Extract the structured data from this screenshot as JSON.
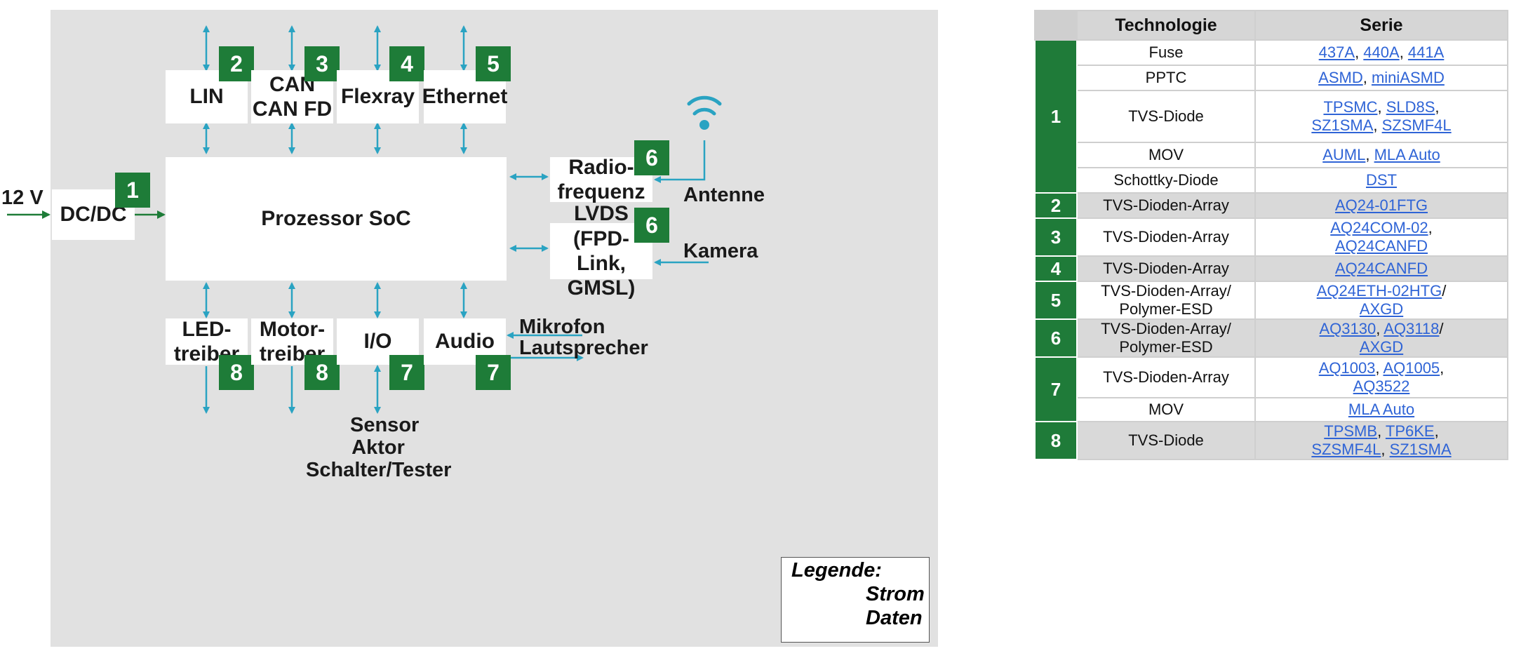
{
  "diagram": {
    "input_label": "12 V",
    "boxes": {
      "dcdc": "DC/DC",
      "lin": "LIN",
      "can": "CAN\nCAN FD",
      "flexray": "Flexray",
      "ethernet": "Ethernet",
      "soc": "Prozessor SoC",
      "radio": "Radio-\nfrequenz",
      "lvds": "LVDS\n(FPD-Link,\nGMSL)",
      "led": "LED-\ntreiber",
      "motor": "Motor-\ntreiber",
      "io": "I/O",
      "audio": "Audio"
    },
    "badges": {
      "dcdc": "1",
      "lin": "2",
      "can": "3",
      "flexray": "4",
      "ethernet": "5",
      "radio": "6",
      "lvds": "6",
      "led": "8",
      "motor": "8",
      "io": "7",
      "audio": "7"
    },
    "labels": {
      "antenne": "Antenne",
      "kamera": "Kamera",
      "mikrofon": "Mikrofon",
      "lautsprecher": "Lautsprecher",
      "sensor": "Sensor",
      "aktor": "Aktor",
      "schalter": "Schalter/Tester"
    },
    "legend": {
      "title": "Legende:",
      "strom": "Strom",
      "daten": "Daten"
    },
    "colors": {
      "power": "#1e7c38",
      "data": "#2aa3c2",
      "badge": "#1e7c38"
    }
  },
  "table": {
    "headers": [
      "Technologie",
      "Serie"
    ],
    "groups": [
      {
        "num": "1",
        "rows": [
          {
            "tech": "Fuse",
            "series": [
              {
                "t": "437A",
                "l": true
              },
              {
                "t": ", ",
                "l": false
              },
              {
                "t": "440A",
                "l": true
              },
              {
                "t": ", ",
                "l": false
              },
              {
                "t": "441A",
                "l": true
              }
            ]
          },
          {
            "tech": "PPTC",
            "series": [
              {
                "t": "ASMD",
                "l": true
              },
              {
                "t": ", ",
                "l": false
              },
              {
                "t": "miniASMD",
                "l": true
              }
            ]
          },
          {
            "tech": "TVS-Diode",
            "series": [
              {
                "t": "TPSMC",
                "l": true
              },
              {
                "t": ", ",
                "l": false
              },
              {
                "t": "SLD8S",
                "l": true
              },
              {
                "t": ",\n",
                "l": false
              },
              {
                "t": "SZ1SMA",
                "l": true
              },
              {
                "t": ", ",
                "l": false
              },
              {
                "t": "SZSMF4L",
                "l": true
              }
            ]
          },
          {
            "tech": "MOV",
            "series": [
              {
                "t": "AUML",
                "l": true
              },
              {
                "t": ", ",
                "l": false
              },
              {
                "t": "MLA Auto",
                "l": true
              }
            ]
          },
          {
            "tech": "Schottky-Diode",
            "series": [
              {
                "t": "DST",
                "l": true
              }
            ]
          }
        ]
      },
      {
        "num": "2",
        "shade": true,
        "rows": [
          {
            "tech": "TVS-Dioden-Array",
            "series": [
              {
                "t": "AQ24-01FTG",
                "l": true
              }
            ]
          }
        ]
      },
      {
        "num": "3",
        "rows": [
          {
            "tech": "TVS-Dioden-Array",
            "series": [
              {
                "t": "AQ24COM-02",
                "l": true
              },
              {
                "t": ",\n",
                "l": false
              },
              {
                "t": "AQ24CANFD",
                "l": true
              }
            ]
          }
        ]
      },
      {
        "num": "4",
        "shade": true,
        "rows": [
          {
            "tech": "TVS-Dioden-Array",
            "series": [
              {
                "t": "AQ24CANFD",
                "l": true
              }
            ]
          }
        ]
      },
      {
        "num": "5",
        "rows": [
          {
            "tech": "TVS-Dioden-Array/\nPolymer-ESD",
            "series": [
              {
                "t": "AQ24ETH-02HTG",
                "l": true
              },
              {
                "t": "/\n",
                "l": false
              },
              {
                "t": "AXGD",
                "l": true
              }
            ]
          }
        ]
      },
      {
        "num": "6",
        "shade": true,
        "rows": [
          {
            "tech": "TVS-Dioden-Array/\nPolymer-ESD",
            "series": [
              {
                "t": "AQ3130",
                "l": true
              },
              {
                "t": ", ",
                "l": false
              },
              {
                "t": "AQ3118",
                "l": true
              },
              {
                "t": "/\n",
                "l": false
              },
              {
                "t": "AXGD",
                "l": true
              }
            ]
          }
        ]
      },
      {
        "num": "7",
        "rows": [
          {
            "tech": "TVS-Dioden-Array",
            "series": [
              {
                "t": "AQ1003",
                "l": true
              },
              {
                "t": ", ",
                "l": false
              },
              {
                "t": "AQ1005",
                "l": true
              },
              {
                "t": ",\n",
                "l": false
              },
              {
                "t": "AQ3522",
                "l": true
              }
            ]
          },
          {
            "tech": "MOV",
            "series": [
              {
                "t": "MLA Auto",
                "l": true
              }
            ]
          }
        ]
      },
      {
        "num": "8",
        "shade": true,
        "rows": [
          {
            "tech": "TVS-Diode",
            "series": [
              {
                "t": "TPSMB",
                "l": true
              },
              {
                "t": ", ",
                "l": false
              },
              {
                "t": "TP6KE",
                "l": true
              },
              {
                "t": ",\n",
                "l": false
              },
              {
                "t": "SZSMF4L",
                "l": true
              },
              {
                "t": ", ",
                "l": false
              },
              {
                "t": "SZ1SMA",
                "l": true
              }
            ]
          }
        ]
      }
    ]
  }
}
